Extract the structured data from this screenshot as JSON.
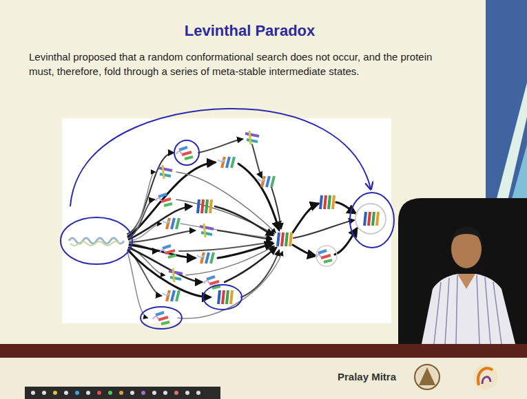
{
  "diagram": {
    "title": "Levinthal Paradox",
    "labels": [
      "Levinthal proposed that a random conformational search does not occur, and the protein must, therefore, fold through a series of meta-stable intermediate states.",
      "Pralay Mitra"
    ]
  }
}
